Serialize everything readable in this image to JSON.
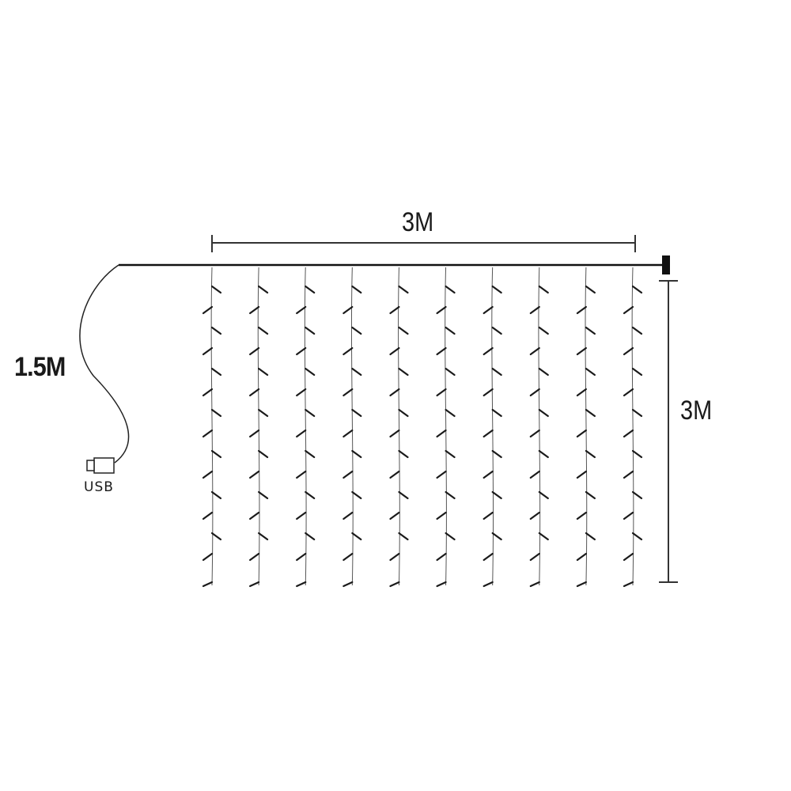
{
  "labels": {
    "width": "3M",
    "height": "3M",
    "cable_length": "1.5M",
    "plug": "USB"
  },
  "strands": {
    "count": 10,
    "bulbs_per_strand": 14
  },
  "colors": {
    "line": "#1a1a1a",
    "background": "#ffffff"
  }
}
